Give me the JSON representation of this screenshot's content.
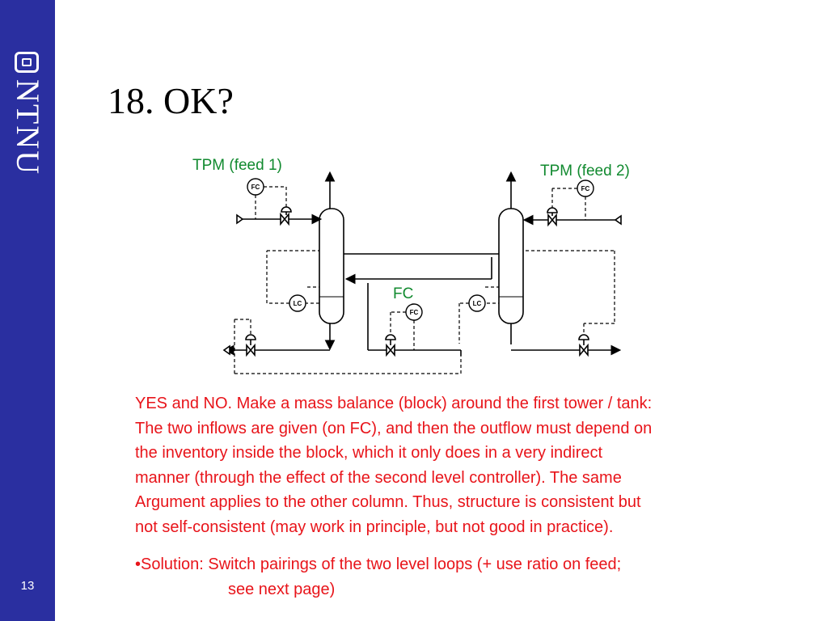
{
  "sidebar": {
    "brand": "NTNU",
    "page_number": "13"
  },
  "title": "18. OK?",
  "diagram": {
    "labels": {
      "feed1": "TPM (feed 1)",
      "feed2": "TPM (feed 2)",
      "middle": "FC"
    },
    "controllers": {
      "fc": "FC",
      "lc": "LC"
    },
    "colors": {
      "label": "#118a2f",
      "text": "#e8141a",
      "sidebar": "#2a2fa0"
    }
  },
  "answer": {
    "line1": "YES and NO. Make a mass balance (block) around the first tower / tank:",
    "line2": "The two inflows are given (on FC), and then the outflow must depend on",
    "line3": "the inventory inside the block, which it only does in a very indirect",
    "line4": "manner (through the effect of the second level controller). The same",
    "line5": "Argument applies to the other column. Thus, structure is consistent but",
    "line6": "not self-consistent (may work in principle, but not good in practice).",
    "solution_line1": "•Solution: Switch pairings of the two level loops (+ use ratio on feed;",
    "solution_line2": "see next page)"
  }
}
